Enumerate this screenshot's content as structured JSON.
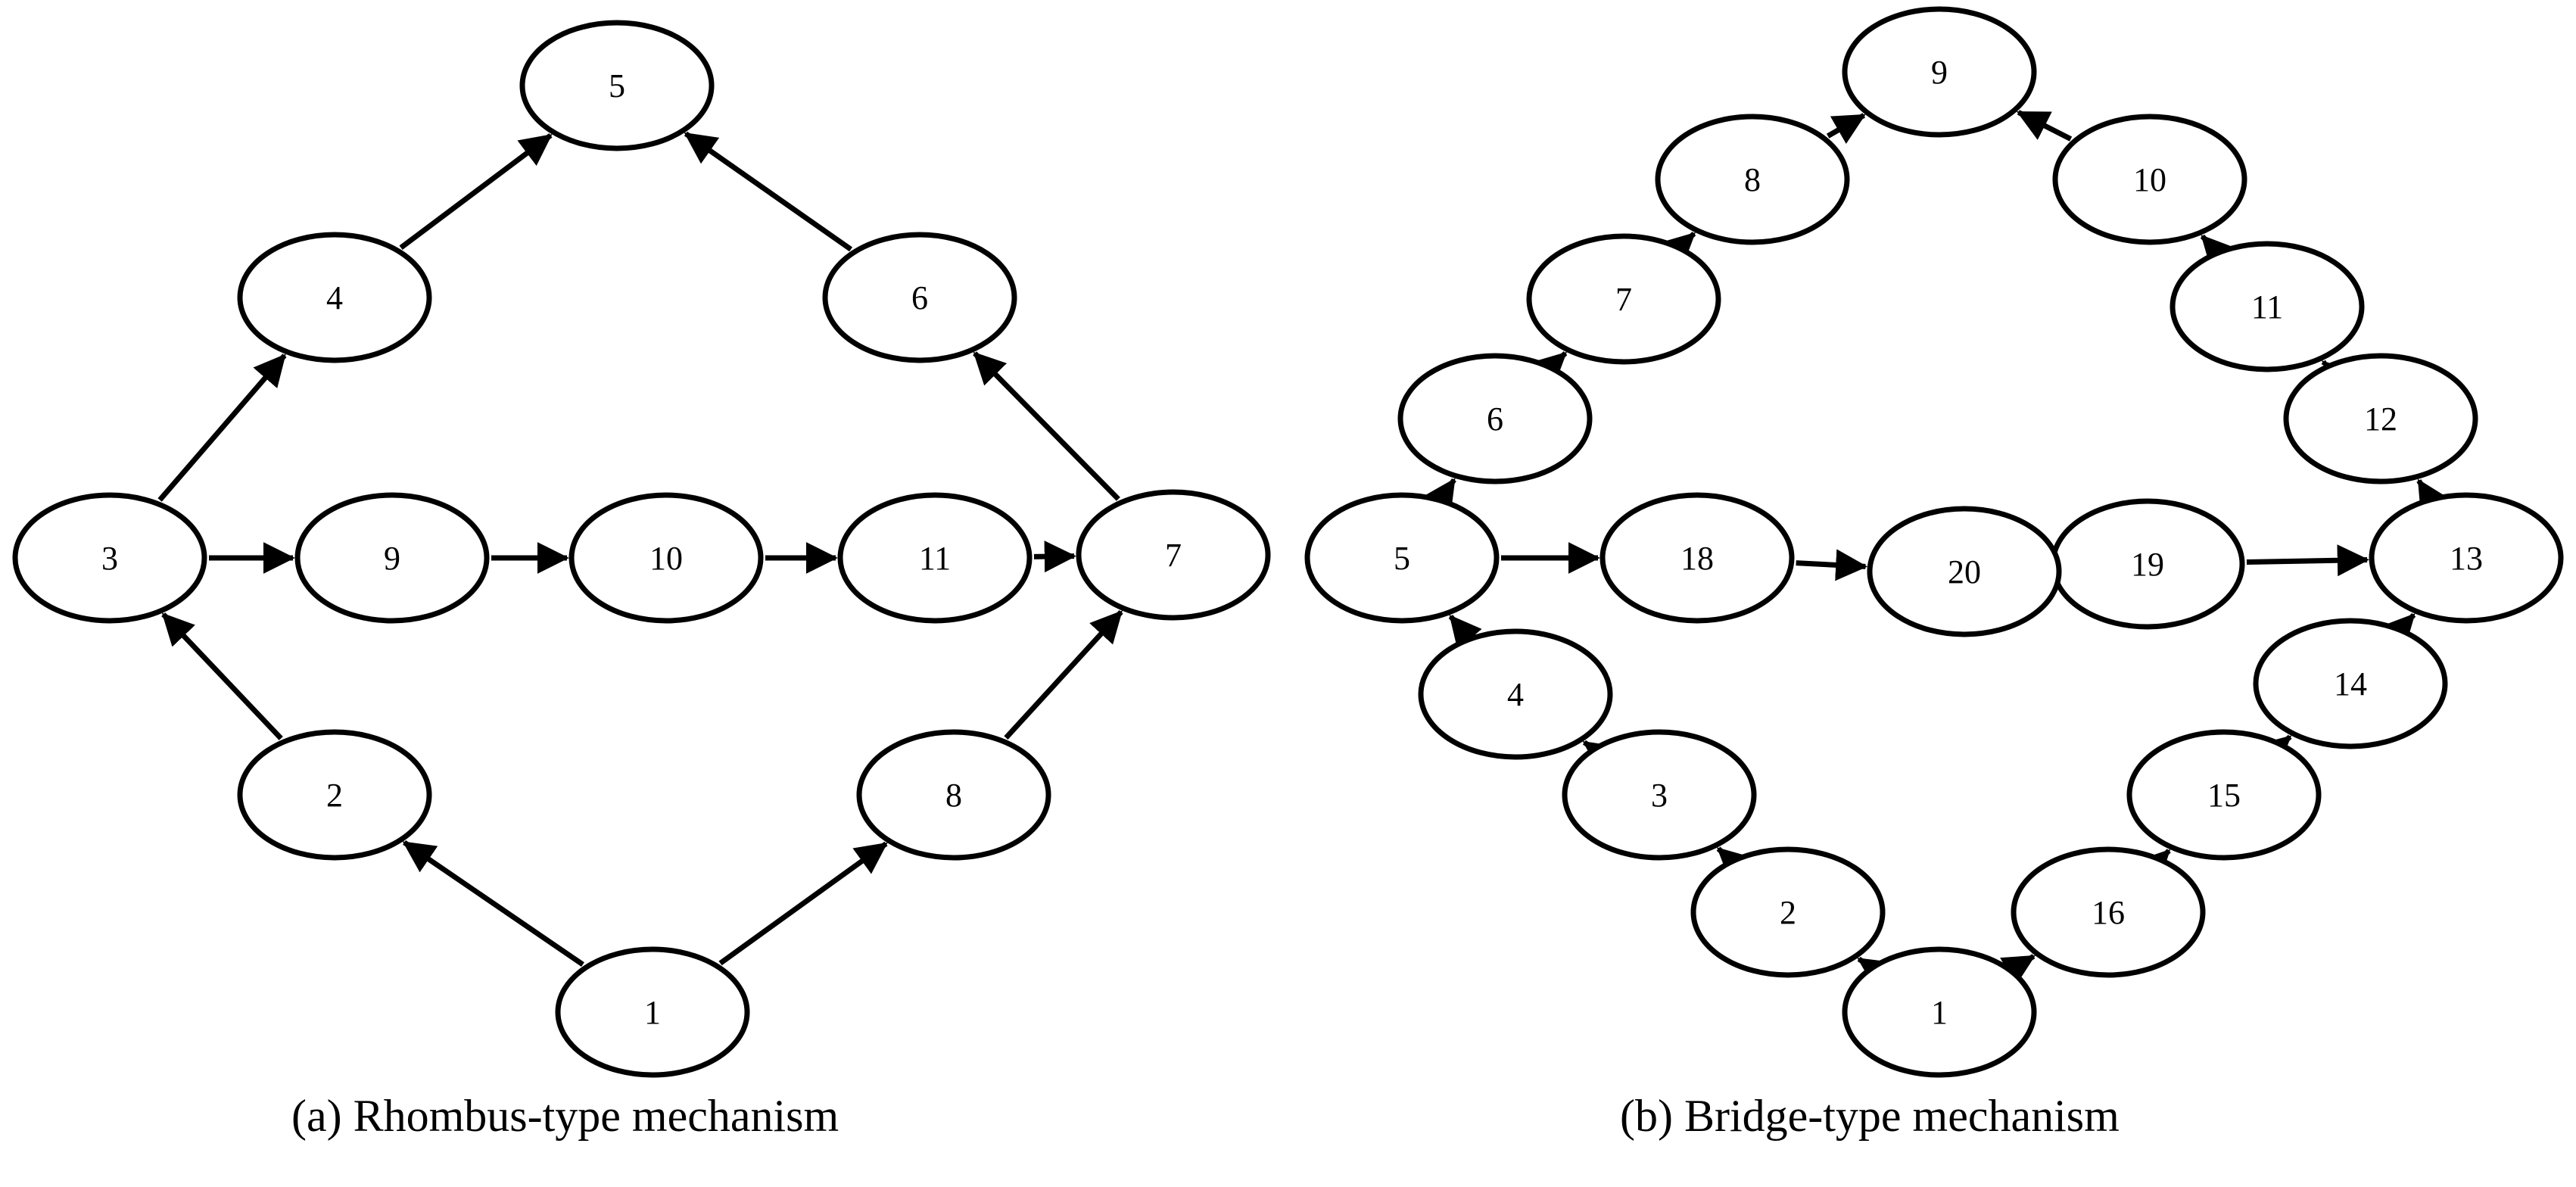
{
  "diagram_a": {
    "caption": "(a)  Rhombus-type mechanism",
    "nodes": [
      {
        "id": "1",
        "label": "1"
      },
      {
        "id": "2",
        "label": "2"
      },
      {
        "id": "3",
        "label": "3"
      },
      {
        "id": "4",
        "label": "4"
      },
      {
        "id": "5",
        "label": "5"
      },
      {
        "id": "6",
        "label": "6"
      },
      {
        "id": "7",
        "label": "7"
      },
      {
        "id": "8",
        "label": "8"
      },
      {
        "id": "9",
        "label": "9"
      },
      {
        "id": "10",
        "label": "10"
      },
      {
        "id": "11",
        "label": "11"
      }
    ],
    "edges": [
      [
        "1",
        "2"
      ],
      [
        "2",
        "3"
      ],
      [
        "3",
        "4"
      ],
      [
        "4",
        "5"
      ],
      [
        "1",
        "8"
      ],
      [
        "8",
        "7"
      ],
      [
        "7",
        "6"
      ],
      [
        "6",
        "5"
      ],
      [
        "3",
        "9"
      ],
      [
        "9",
        "10"
      ],
      [
        "10",
        "11"
      ],
      [
        "11",
        "7"
      ]
    ]
  },
  "diagram_b": {
    "caption": "(b)  Bridge-type mechanism",
    "nodes": [
      {
        "id": "1",
        "label": "1"
      },
      {
        "id": "2",
        "label": "2"
      },
      {
        "id": "3",
        "label": "3"
      },
      {
        "id": "4",
        "label": "4"
      },
      {
        "id": "5",
        "label": "5"
      },
      {
        "id": "6",
        "label": "6"
      },
      {
        "id": "7",
        "label": "7"
      },
      {
        "id": "8",
        "label": "8"
      },
      {
        "id": "9",
        "label": "9"
      },
      {
        "id": "10",
        "label": "10"
      },
      {
        "id": "11",
        "label": "11"
      },
      {
        "id": "12",
        "label": "12"
      },
      {
        "id": "13",
        "label": "13"
      },
      {
        "id": "14",
        "label": "14"
      },
      {
        "id": "15",
        "label": "15"
      },
      {
        "id": "16",
        "label": "16"
      },
      {
        "id": "18",
        "label": "18"
      },
      {
        "id": "19",
        "label": "19"
      },
      {
        "id": "20",
        "label": "20"
      }
    ],
    "edges": [
      [
        "1",
        "2"
      ],
      [
        "2",
        "3"
      ],
      [
        "3",
        "4"
      ],
      [
        "4",
        "5"
      ],
      [
        "5",
        "6"
      ],
      [
        "6",
        "7"
      ],
      [
        "7",
        "8"
      ],
      [
        "8",
        "9"
      ],
      [
        "1",
        "16"
      ],
      [
        "16",
        "15"
      ],
      [
        "15",
        "14"
      ],
      [
        "14",
        "13"
      ],
      [
        "13",
        "12"
      ],
      [
        "12",
        "11"
      ],
      [
        "11",
        "10"
      ],
      [
        "10",
        "9"
      ],
      [
        "5",
        "18"
      ],
      [
        "18",
        "20"
      ],
      [
        "20",
        "19"
      ],
      [
        "19",
        "13"
      ]
    ]
  },
  "colors": {
    "stroke": "#000000",
    "fill": "#ffffff"
  }
}
